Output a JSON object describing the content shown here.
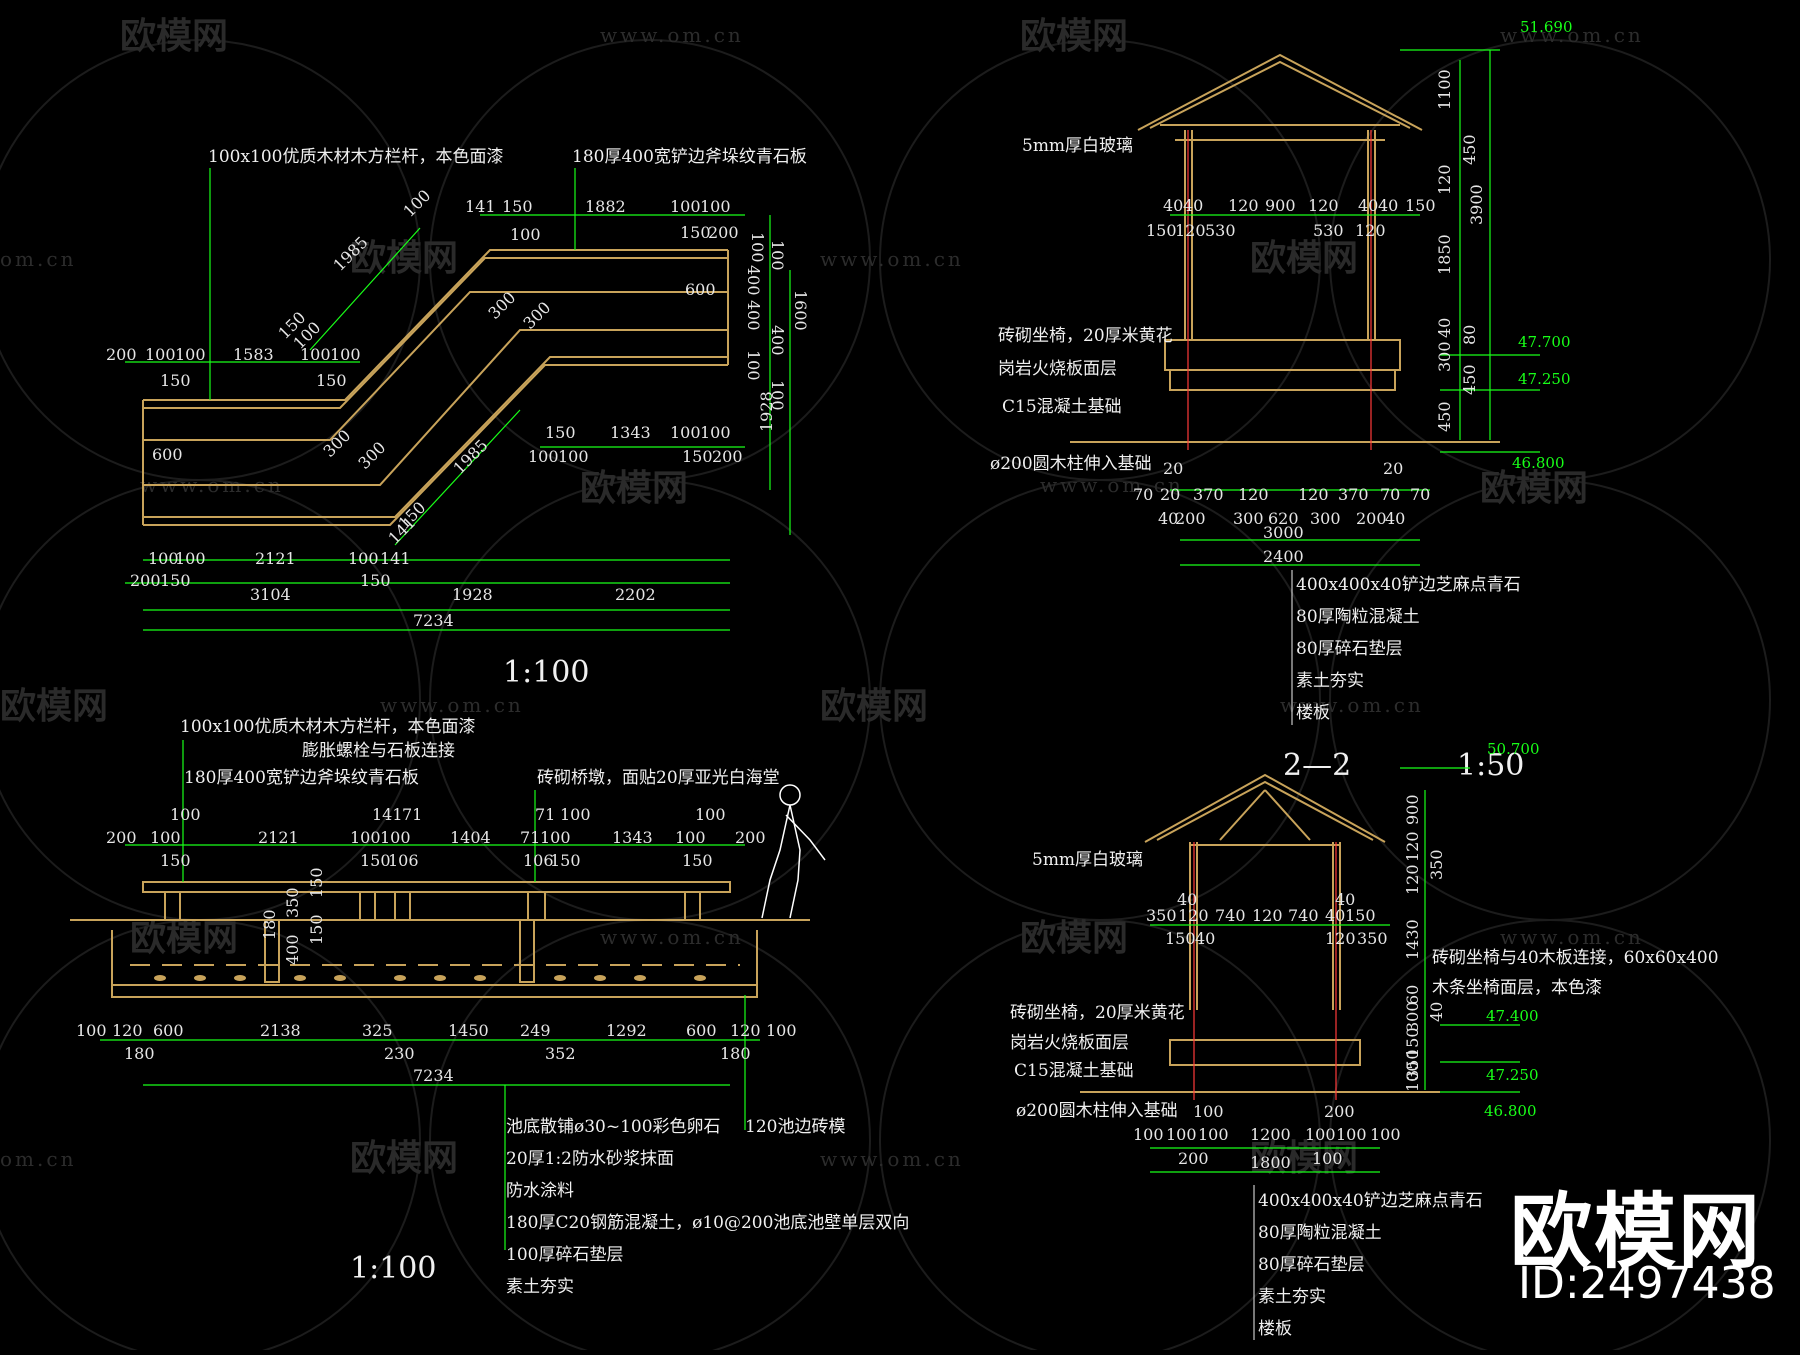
{
  "watermark": {
    "brand": "欧模网",
    "url": "www.om.cn",
    "url_short": "om.cn",
    "id": "ID:2497438"
  },
  "plan": {
    "scale": "1:100",
    "label_top": "100x100优质木材木方栏杆，本色面漆",
    "label_right": "180厚400宽铲边斧垛纹青石板",
    "dims_top": [
      "200",
      "100",
      "100",
      "1583",
      "100",
      "100",
      "100",
      "150",
      "150"
    ],
    "dims_diag1": [
      "1985",
      "150",
      "100",
      "100",
      "300",
      "300"
    ],
    "dims_diag2": [
      "100",
      "141",
      "150",
      "150",
      "141",
      "150",
      "1985",
      "300",
      "300",
      "100",
      "100",
      "150",
      "150"
    ],
    "dims_right_top": [
      "1882",
      "100",
      "100",
      "100",
      "150",
      "200",
      "600"
    ],
    "dims_right_bottom": [
      "150",
      "1343",
      "100",
      "100",
      "100",
      "100",
      "150",
      "200"
    ],
    "dims_vert": [
      "100",
      "100",
      "400",
      "400",
      "400",
      "100",
      "100",
      "1600",
      "1928"
    ],
    "dims_mid": [
      "600"
    ],
    "dims_bottom1": [
      "100",
      "100",
      "2121",
      "100",
      "141",
      "141",
      "100"
    ],
    "dims_bottom2": [
      "200",
      "150",
      "150"
    ],
    "dims_bottom3": [
      "3104",
      "1928",
      "2202"
    ],
    "total": "7234"
  },
  "elevation": {
    "scale": "1:100",
    "label1": "100x100优质木材木方栏杆，本色面漆",
    "label2": "膨胀螺栓与石板连接",
    "label3": "180厚400宽铲边斧垛纹青石板",
    "label4": "砖砌桥墩，面贴20厚亚光白海堂",
    "dims_top": [
      "100",
      "200",
      "100",
      "2121",
      "141",
      "71",
      "100",
      "100",
      "1404",
      "71",
      "100",
      "1343",
      "100",
      "100",
      "200"
    ],
    "dims_top2": [
      "150",
      "150",
      "106",
      "106",
      "150",
      "150"
    ],
    "dims_vert": [
      "350",
      "150",
      "180",
      "400",
      "150"
    ],
    "dims_bottom": [
      "100",
      "120",
      "600",
      "2138",
      "325",
      "1450",
      "249",
      "1292",
      "600",
      "120",
      "100"
    ],
    "dims_bottom2": [
      "180",
      "230",
      "352",
      "180"
    ],
    "total": "7234",
    "layers": [
      "池底散铺ø30~100彩色卵石",
      "20厚1:2防水砂浆抹面",
      "防水涂料",
      "180厚C20钢筋混凝土，ø10@200池底池壁单层双向",
      "100厚碎石垫层",
      "素土夯实"
    ],
    "label_right": "120池边砖模"
  },
  "section1": {
    "level_top": "51.690",
    "glass": "5mm厚白玻璃",
    "seat1": "砖砌坐椅，20厚米黄花",
    "seat2": "岗岩火烧板面层",
    "base": "C15混凝土基础",
    "column": "ø200圆木柱伸入基础",
    "levels": [
      "47.700",
      "47.250",
      "46.800"
    ],
    "dims_vert": [
      "1100",
      "450",
      "120",
      "3900",
      "1850",
      "80",
      "300",
      "40",
      "450",
      "450"
    ],
    "dims_roof": [
      "40",
      "40",
      "120",
      "900",
      "120",
      "40",
      "40",
      "150"
    ],
    "dims_roof2": [
      "150",
      "120",
      "530",
      "530",
      "120"
    ],
    "dims_base": [
      "70",
      "20",
      "370",
      "120",
      "120",
      "370",
      "70",
      "70",
      "20",
      "40",
      "200",
      "300",
      "620",
      "300",
      "200",
      "40"
    ],
    "dims_base2": [
      "3000",
      "2400"
    ],
    "layers": [
      "400x400x40铲边芝麻点青石",
      "80厚陶粒混凝土",
      "80厚碎石垫层",
      "素土夯实",
      "楼板"
    ]
  },
  "section2": {
    "title": "2—2",
    "scale": "1:50",
    "level_top": "50.700",
    "glass": "5mm厚白玻璃",
    "seat_note1": "砖砌坐椅与40木板连接，60x60x400",
    "seat_note2": "木条坐椅面层，本色漆",
    "seat1": "砖砌坐椅，20厚米黄花",
    "seat2": "岗岩火烧板面层",
    "base": "C15混凝土基础",
    "column": "ø200圆木柱伸入基础",
    "levels": [
      "47.400",
      "47.250",
      "46.800"
    ],
    "dims_vert": [
      "900",
      "120",
      "350",
      "120",
      "1430",
      "300",
      "60",
      "40",
      "150",
      "350",
      "100"
    ],
    "dims_roof": [
      "350",
      "120",
      "740",
      "120",
      "740",
      "40",
      "150",
      "40",
      "40"
    ],
    "dims_roof2": [
      "150",
      "40",
      "120",
      "350"
    ],
    "dims_base": [
      "100",
      "100",
      "100",
      "100",
      "1200",
      "100",
      "100",
      "100",
      "200",
      "200"
    ],
    "dims_base2": [
      "1800",
      "100"
    ],
    "layers": [
      "400x400x40铲边芝麻点青石",
      "80厚陶粒混凝土",
      "80厚碎石垫层",
      "素土夯实",
      "楼板"
    ]
  }
}
